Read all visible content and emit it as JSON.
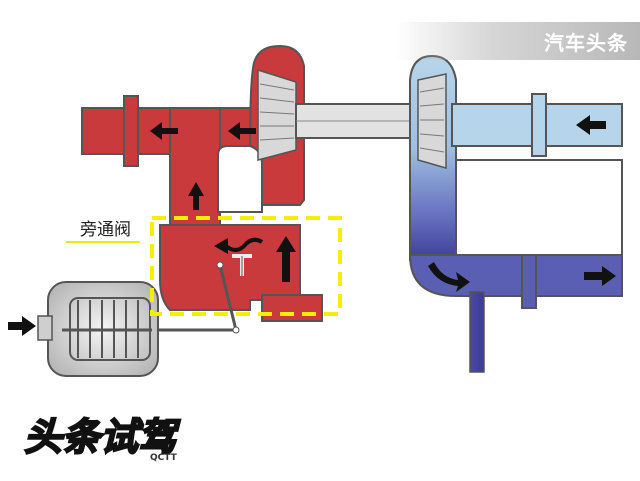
{
  "watermark": {
    "text": "汽车头条"
  },
  "labels": {
    "bypass_valve": "旁通阀"
  },
  "logo": {
    "main_text": "头条试驾",
    "sub_text": "QCTT"
  },
  "colors": {
    "hot_gas": "#c83a3c",
    "hot_gas_dark": "#a8282b",
    "cool_air": "#b4d2e8",
    "cool_air_mid": "#7f9bd0",
    "cool_air_dark": "#3d3f9a",
    "pipe_outline": "#555555",
    "highlight_box": "#f6ef00",
    "arrow": "#111111"
  },
  "icons": [
    "flow-arrow-icon",
    "turbine-wheel-icon",
    "compressor-wheel-icon",
    "actuator-spring-icon"
  ]
}
